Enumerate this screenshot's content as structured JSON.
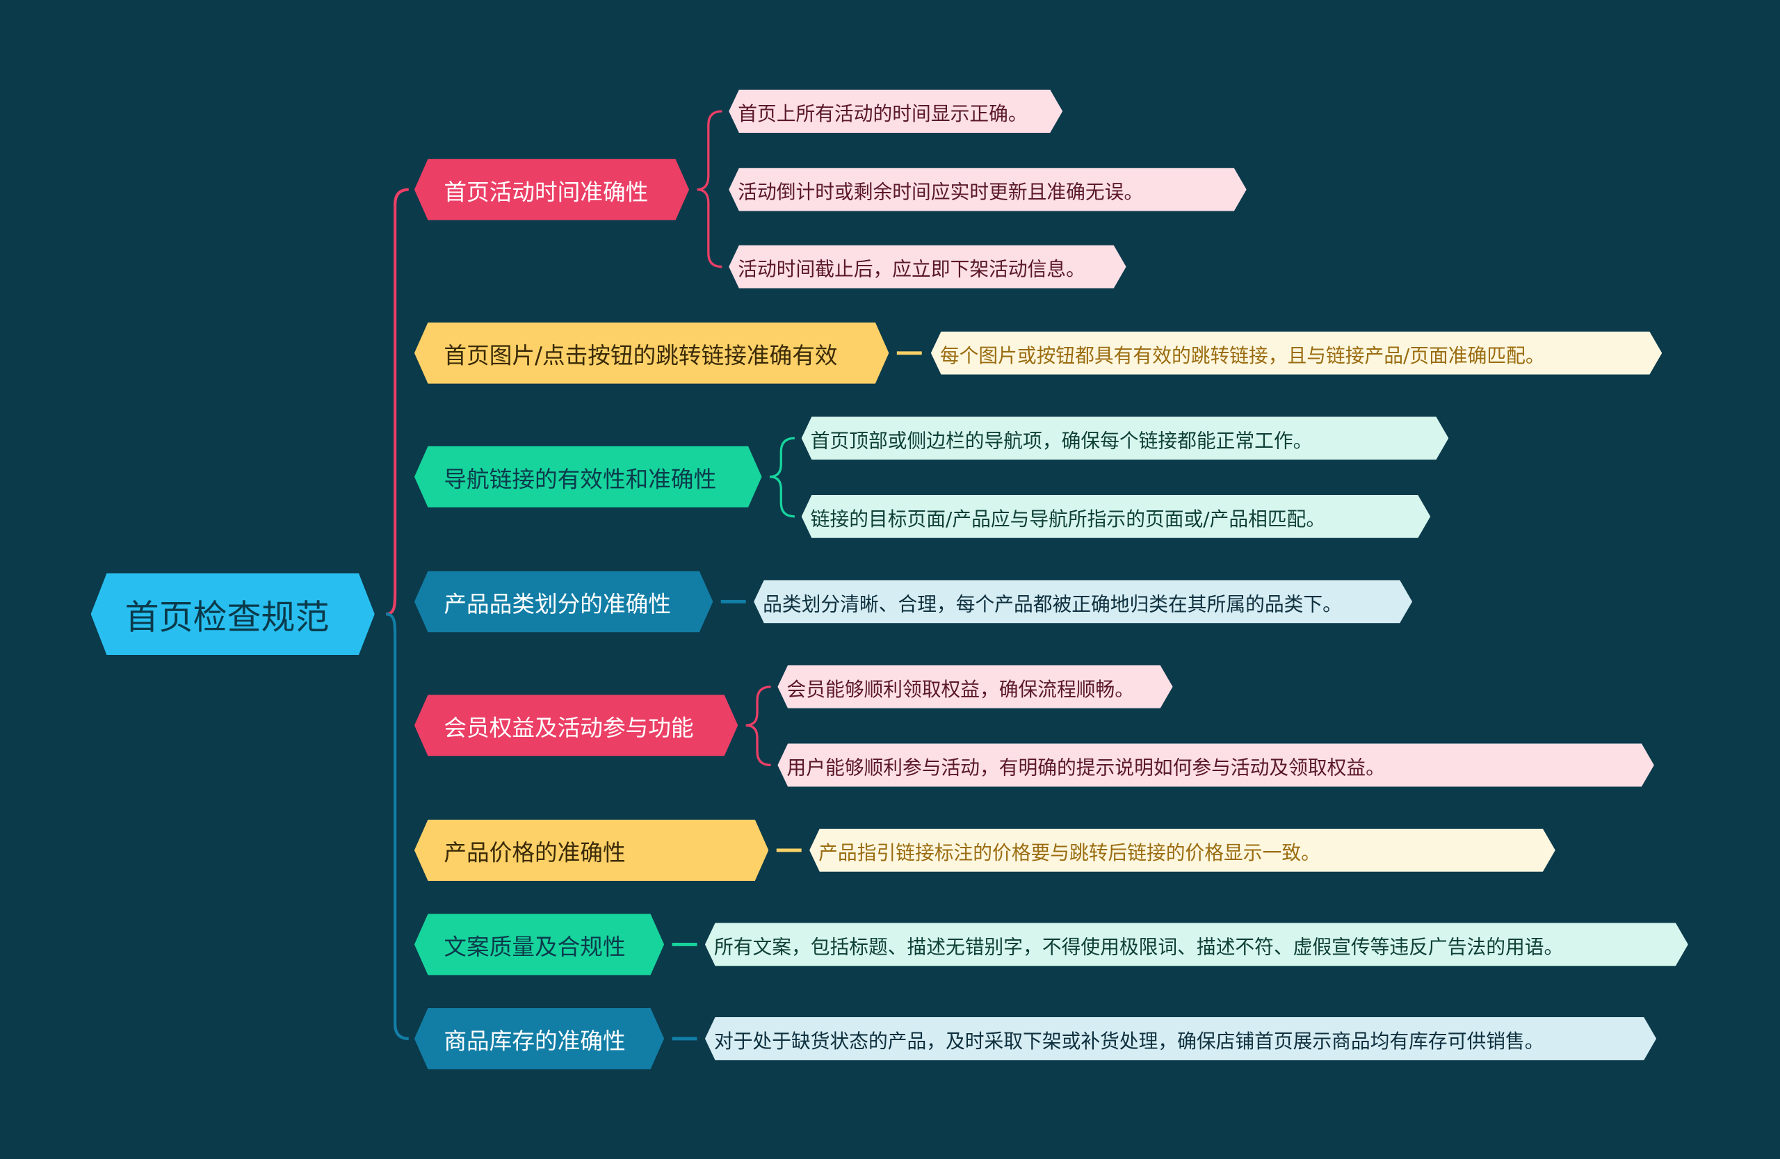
{
  "root": {
    "label": "首页检查规范",
    "color": "#28bff0"
  },
  "branches": [
    {
      "label": "首页活动时间准确性",
      "color": "#ec3f66",
      "leaves": [
        "首页上所有活动的时间显示正确。",
        "活动倒计时或剩余时间应实时更新且准确无误。",
        "活动时间截止后，应立即下架活动信息。"
      ]
    },
    {
      "label": "首页图片/点击按钮的跳转链接准确有效",
      "color": "#fdd167",
      "leaves": [
        "每个图片或按钮都具有有效的跳转链接，且与链接产品/页面准确匹配。"
      ]
    },
    {
      "label": "导航链接的有效性和准确性",
      "color": "#17d49d",
      "leaves": [
        "首页顶部或侧边栏的导航项，确保每个链接都能正常工作。",
        "链接的目标页面/产品应与导航所指示的页面或/产品相匹配。"
      ]
    },
    {
      "label": "产品品类划分的准确性",
      "color": "#127ea6",
      "leaves": [
        "品类划分清晰、合理，每个产品都被正确地归类在其所属的品类下。"
      ]
    },
    {
      "label": "会员权益及活动参与功能",
      "color": "#ec3f66",
      "leaves": [
        "会员能够顺利领取权益，确保流程顺畅。",
        "用户能够顺利参与活动，有明确的提示说明如何参与活动及领取权益。"
      ]
    },
    {
      "label": "产品价格的准确性",
      "color": "#fdd167",
      "leaves": [
        "产品指引链接标注的价格要与跳转后链接的价格显示一致。"
      ]
    },
    {
      "label": "文案质量及合规性",
      "color": "#17d49d",
      "leaves": [
        "所有文案，包括标题、描述无错别字，不得使用极限词、描述不符、虚假宣传等违反广告法的用语。"
      ]
    },
    {
      "label": "商品库存的准确性",
      "color": "#127ea6",
      "leaves": [
        "对于处于缺货状态的产品，及时采取下架或补货处理，确保店铺首页展示商品均有库存可供销售。"
      ]
    }
  ]
}
